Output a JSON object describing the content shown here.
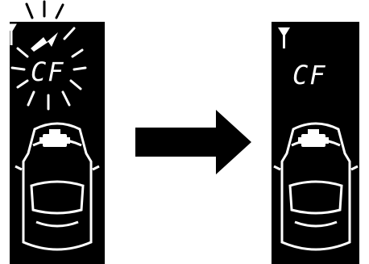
{
  "left_display": {
    "code": "CF",
    "state": "flashing",
    "icons": [
      "antenna-icon",
      "lightning-icon",
      "car-icon",
      "engine-icon"
    ]
  },
  "right_display": {
    "code": "CF",
    "state": "steady",
    "icons": [
      "antenna-icon",
      "car-icon",
      "engine-icon"
    ]
  },
  "transition_icon": "arrow-right-icon",
  "colors": {
    "panel": "#000000",
    "lcd": "#ffffff",
    "background": "#ffffff",
    "arrow": "#000000"
  }
}
